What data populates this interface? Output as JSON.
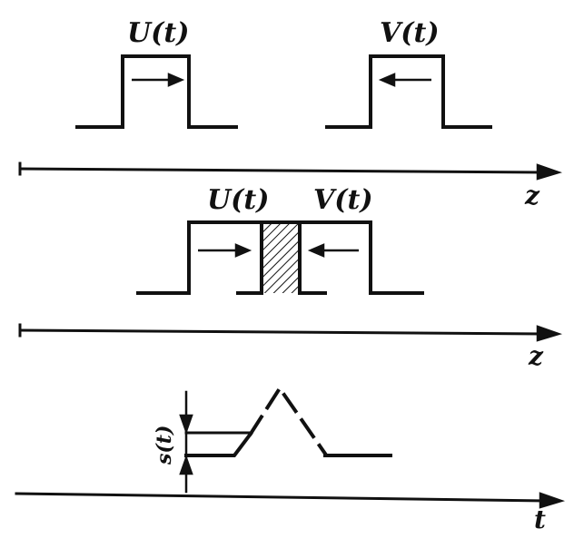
{
  "labels": {
    "pulse_u_top": "U(t)",
    "pulse_v_top": "V(t)",
    "pulse_u_mid": "U(t)",
    "pulse_v_mid": "V(t)",
    "axis_z_top": "z",
    "axis_z_mid": "z",
    "axis_t": "t",
    "signal": "s(t)"
  }
}
